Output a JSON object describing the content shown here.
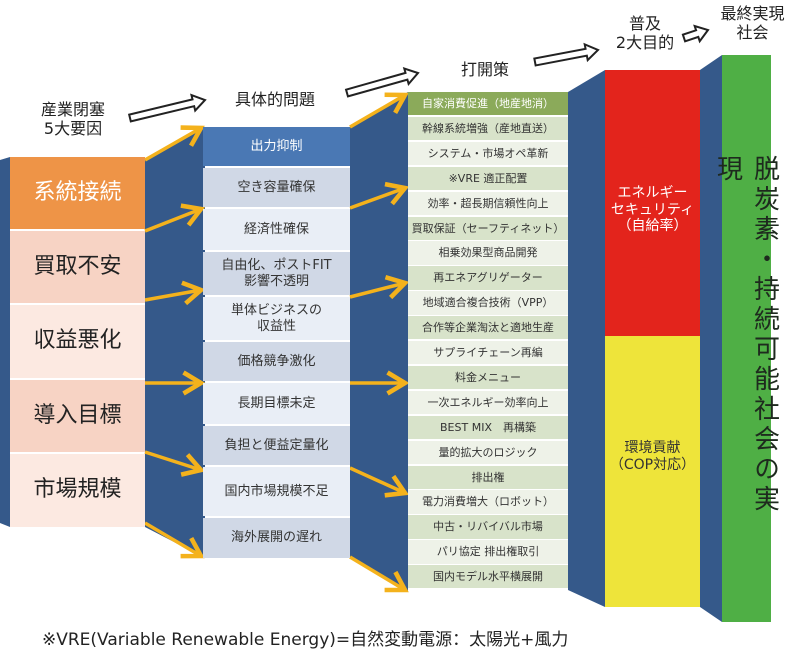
{
  "headers": {
    "causes": [
      "産業閉塞",
      "5大要因"
    ],
    "problems": "具体的問題",
    "measures": "打開策",
    "goals": [
      "普及",
      "2大目的"
    ],
    "final": [
      "最終実現",
      "社会"
    ]
  },
  "causes": [
    "系統接続",
    "買取不安",
    "収益悪化",
    "導入目標",
    "市場規模"
  ],
  "problems": [
    "出力抑制",
    "空き容量確保",
    "経済性確保",
    "自由化、ポストFIT\n影響不透明",
    "単体ビジネスの\n収益性",
    "価格競争激化",
    "長期目標未定",
    "負担と便益定量化",
    "国内市場規模不足",
    "海外展開の遅れ"
  ],
  "measures": [
    "自家消費促進（地産地消）",
    "幹線系統増強（産地直送）",
    "システム・市場オペ革新",
    "※VRE 適正配置",
    "効率・超長期信頼性向上",
    "買取保証（セーフティネット）",
    "相乗効果型商品開発",
    "再エネアグリゲーター",
    "地域適合複合技術（VPP）",
    "合作等企業淘汰と適地生産",
    "サプライチェーン再編",
    "料金メニュー",
    "一次エネルギー効率向上",
    "BEST MIX　再構築",
    "量的拡大のロジック",
    "排出権",
    "電力消費増大（ロボット）",
    "中古・リバイバル市場",
    "パリ協定 排出権取引",
    "国内モデル水平横展開"
  ],
  "goals": {
    "security": [
      "エネルギー",
      "セキュリティ",
      "（自給率）"
    ],
    "environment": [
      "環境貢献",
      "（COP対応）"
    ]
  },
  "final_society": "脱炭素・持続可能社会の実現",
  "footnote": "※VRE(Variable Renewable Energy)=自然変動電源：太陽光+風力",
  "colors": {
    "band": "#35598A",
    "arrow": "#F4B21C",
    "cause_top": "#EE9447",
    "cause_a": "#F7D3C4",
    "cause_b": "#FCE9E1",
    "problem_head": "#4A78B4",
    "problem_a": "#D0D8E6",
    "problem_b": "#E9EEF6",
    "measure_head": "#8BAA5A",
    "measure_a": "#D8E3CA",
    "measure_b": "#EEF2E8",
    "security": "#E3241C",
    "environment": "#EEE43A",
    "final": "#4FAF45"
  }
}
